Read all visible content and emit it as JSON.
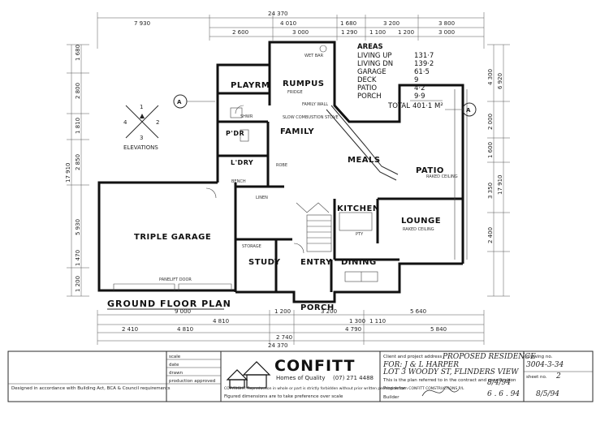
{
  "plan": {
    "title": "GROUND FLOOR PLAN",
    "elevations_label": "ELEVATIONS",
    "section_marker": "A",
    "elevation_numbers": [
      "1",
      "2",
      "3",
      "4"
    ]
  },
  "rooms": {
    "playrm": "PLAYRM",
    "rumpus": "RUMPUS",
    "family": "FAMILY",
    "meals": "MEALS",
    "patio": "PATIO",
    "kitchen": "KITCHEN",
    "lounge": "LOUNGE",
    "triple_garage": "TRIPLE GARAGE",
    "study": "STUDY",
    "entry": "ENTRY",
    "dining": "DINING",
    "porch": "PORCH",
    "pdr": "P'DR",
    "ldry": "L'DRY"
  },
  "notes": {
    "wet_bar": "WET BAR",
    "fridge": "FRIDGE",
    "entry_wall": "FAMILY WALL",
    "slow_combustion": "SLOW COMBUSTION STOVE",
    "raked_ceiling_patio": "RAKED CEILING",
    "raked_ceiling_lounge": "RAKED CEILING",
    "bench": "BENCH",
    "shwr": "SHWR",
    "storage": "STORAGE",
    "panelift": "PANELIFT DOOR",
    "linen": "LINEN",
    "pantry": "PTY",
    "robe": "ROBE"
  },
  "dims_top": {
    "overall": "24 370",
    "segments": [
      "7 930",
      "4 010",
      "1 680",
      "3 200",
      "3 800"
    ],
    "sub": [
      "2 600",
      "3 000",
      "1 290",
      "1 100",
      "1 200",
      "3 000"
    ]
  },
  "dims_left": [
    "1 680",
    "2 800",
    "1 810",
    "2 850",
    "5 930",
    "1 470",
    "1 200",
    "17 910"
  ],
  "dims_right": [
    "4 300",
    "2 000",
    "1 600",
    "3 350",
    "2 400",
    "17 910",
    "6 920"
  ],
  "dims_bottom": {
    "row1": [
      "9 000",
      "1 200",
      "3 200",
      "5 640"
    ],
    "row2": [
      "2 410",
      "4 810",
      "1 300",
      "1 110"
    ],
    "row3": [
      "4 810",
      "2 740",
      "4 790",
      "5 840"
    ],
    "overall": "24 370"
  },
  "areas": {
    "heading": "AREAS",
    "rows": [
      {
        "label": "LIVING UP",
        "value": "131·7"
      },
      {
        "label": "LIVING DN",
        "value": "139·2"
      },
      {
        "label": "GARAGE",
        "value": "61·5"
      },
      {
        "label": "DECK",
        "value": "9"
      },
      {
        "label": "PATIO",
        "value": "4·2"
      },
      {
        "label": "PORCH",
        "value": "9·9"
      }
    ],
    "total_label": "TOTAL",
    "total_value": "401·1 M²"
  },
  "title_block": {
    "compliance_note": "Designed in accordance with Building Act, BCA & Council requirements",
    "labels": [
      "scale",
      "date",
      "drawn",
      "production approved"
    ],
    "logo": "CONFITT",
    "tagline": "Homes of Quality",
    "phone": "(07) 271 4488",
    "copyright": "COPYRIGHT: Reproduction in whole or part is strictly forbidden without prior written permission from CONFITT CONSTRUCTIONS P/L",
    "figured_note": "Figured dimensions are to take preference over scale",
    "client_heading": "Client and project address",
    "project": "PROPOSED RESIDENCE",
    "client": "FOR: J & L HARPER",
    "address": "LOT 3 WOODY ST, FLINDERS VIEW",
    "owner_note": "This is the plan referred to in the contract and specification",
    "proprietor": "Proprietor",
    "builder": "Builder",
    "drawing_no_label": "drawing no.",
    "drawing_no": "3004-3-34",
    "sheet_label": "sheet no.",
    "sheet_no": "2",
    "date1": "8/4/94",
    "date2": "6 . 6 . 94",
    "date3": "8/5/94"
  }
}
